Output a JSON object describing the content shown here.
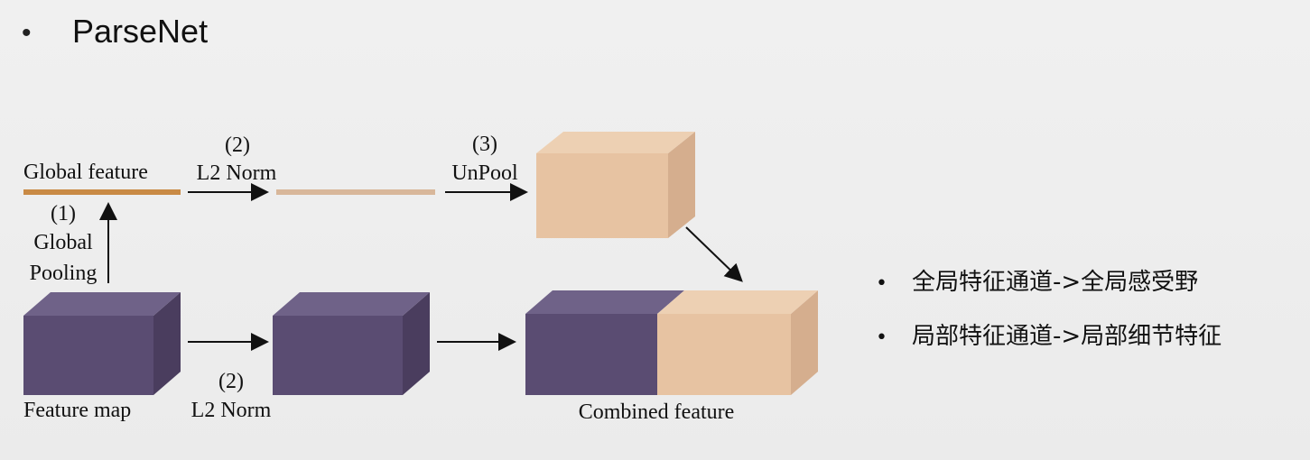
{
  "slide": {
    "bullet": "•",
    "title": "ParseNet"
  },
  "diagram": {
    "global_feature": "Global feature",
    "step1_num": "(1)",
    "step1_line1": "Global",
    "step1_line2": "Pooling",
    "step2_top_num": "(2)",
    "step2_top_label": "L2 Norm",
    "step3_num": "(3)",
    "step3_label": "UnPool",
    "feature_map": "Feature map",
    "step2_bottom_num": "(2)",
    "step2_bottom_label": "L2 Norm",
    "combined_feature": "Combined feature",
    "colors": {
      "purple_front": "#5a4c72",
      "purple_top": "#6f6288",
      "purple_side": "#4a3d5e",
      "peach_front": "#e7c3a2",
      "peach_top": "#edd0b3",
      "peach_side": "#d5ae8e",
      "global_bar": "#c98a45",
      "norm_bar": "#d8b79a"
    }
  },
  "notes": {
    "bullet": "•",
    "items": [
      "全局特征通道->全局感受野",
      "局部特征通道->局部细节特征"
    ]
  }
}
